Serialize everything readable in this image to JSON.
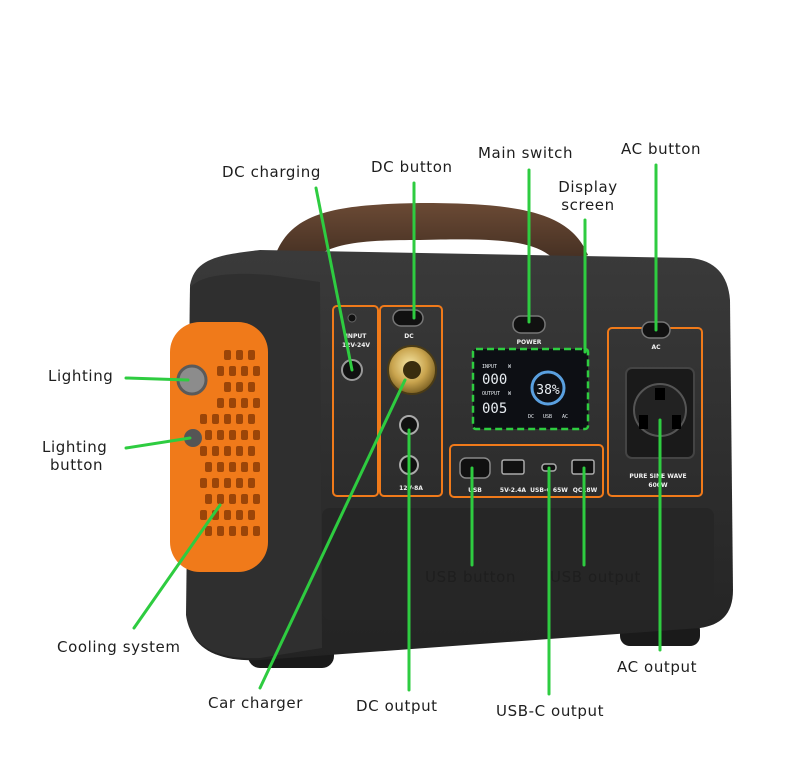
{
  "callouts": {
    "dc_charging": "DC charging",
    "dc_button": "DC button",
    "main_switch": "Main switch",
    "display_screen_line1": "Display",
    "display_screen_line2": "screen",
    "ac_button": "AC button",
    "lighting": "Lighting",
    "lighting_button_line1": "Lighting",
    "lighting_button_line2": "button",
    "cooling_system": "Cooling system",
    "car_charger": "Car charger",
    "dc_output": "DC output",
    "usb_button": "USB button",
    "usb_output": "USB output",
    "usb_c_output": "USB-C output",
    "ac_output": "AC output"
  },
  "panel": {
    "input_label_line1": "INPUT",
    "input_label_line2": "12V-24V",
    "dc_label": "DC",
    "power_label": "POWER",
    "ac_label": "AC",
    "dc_spec": "12V-8A",
    "usb_label": "USB",
    "usb_a_spec": "5V-2.4A",
    "usb_c_spec": "USB-C 65W",
    "qc_spec": "QC18W",
    "ac_spec_line1": "PURE SINE WAVE",
    "ac_spec_line2": "600W"
  },
  "display": {
    "input_label": "INPUT",
    "input_unit": "W",
    "input_value": "000",
    "output_label": "OUTPUT",
    "output_unit": "W",
    "output_value": "005",
    "battery_percent": "38%",
    "ind_dc": "DC",
    "ind_usb": "USB",
    "ind_ac": "AC"
  },
  "colors": {
    "callout_line": "#2ecc40",
    "device_body": "#2b2b2b",
    "accent_orange": "#f07a1a",
    "handle": "#3a2a20",
    "lcd_bg": "#0d0f14",
    "lcd_text": "#e8edf2"
  }
}
